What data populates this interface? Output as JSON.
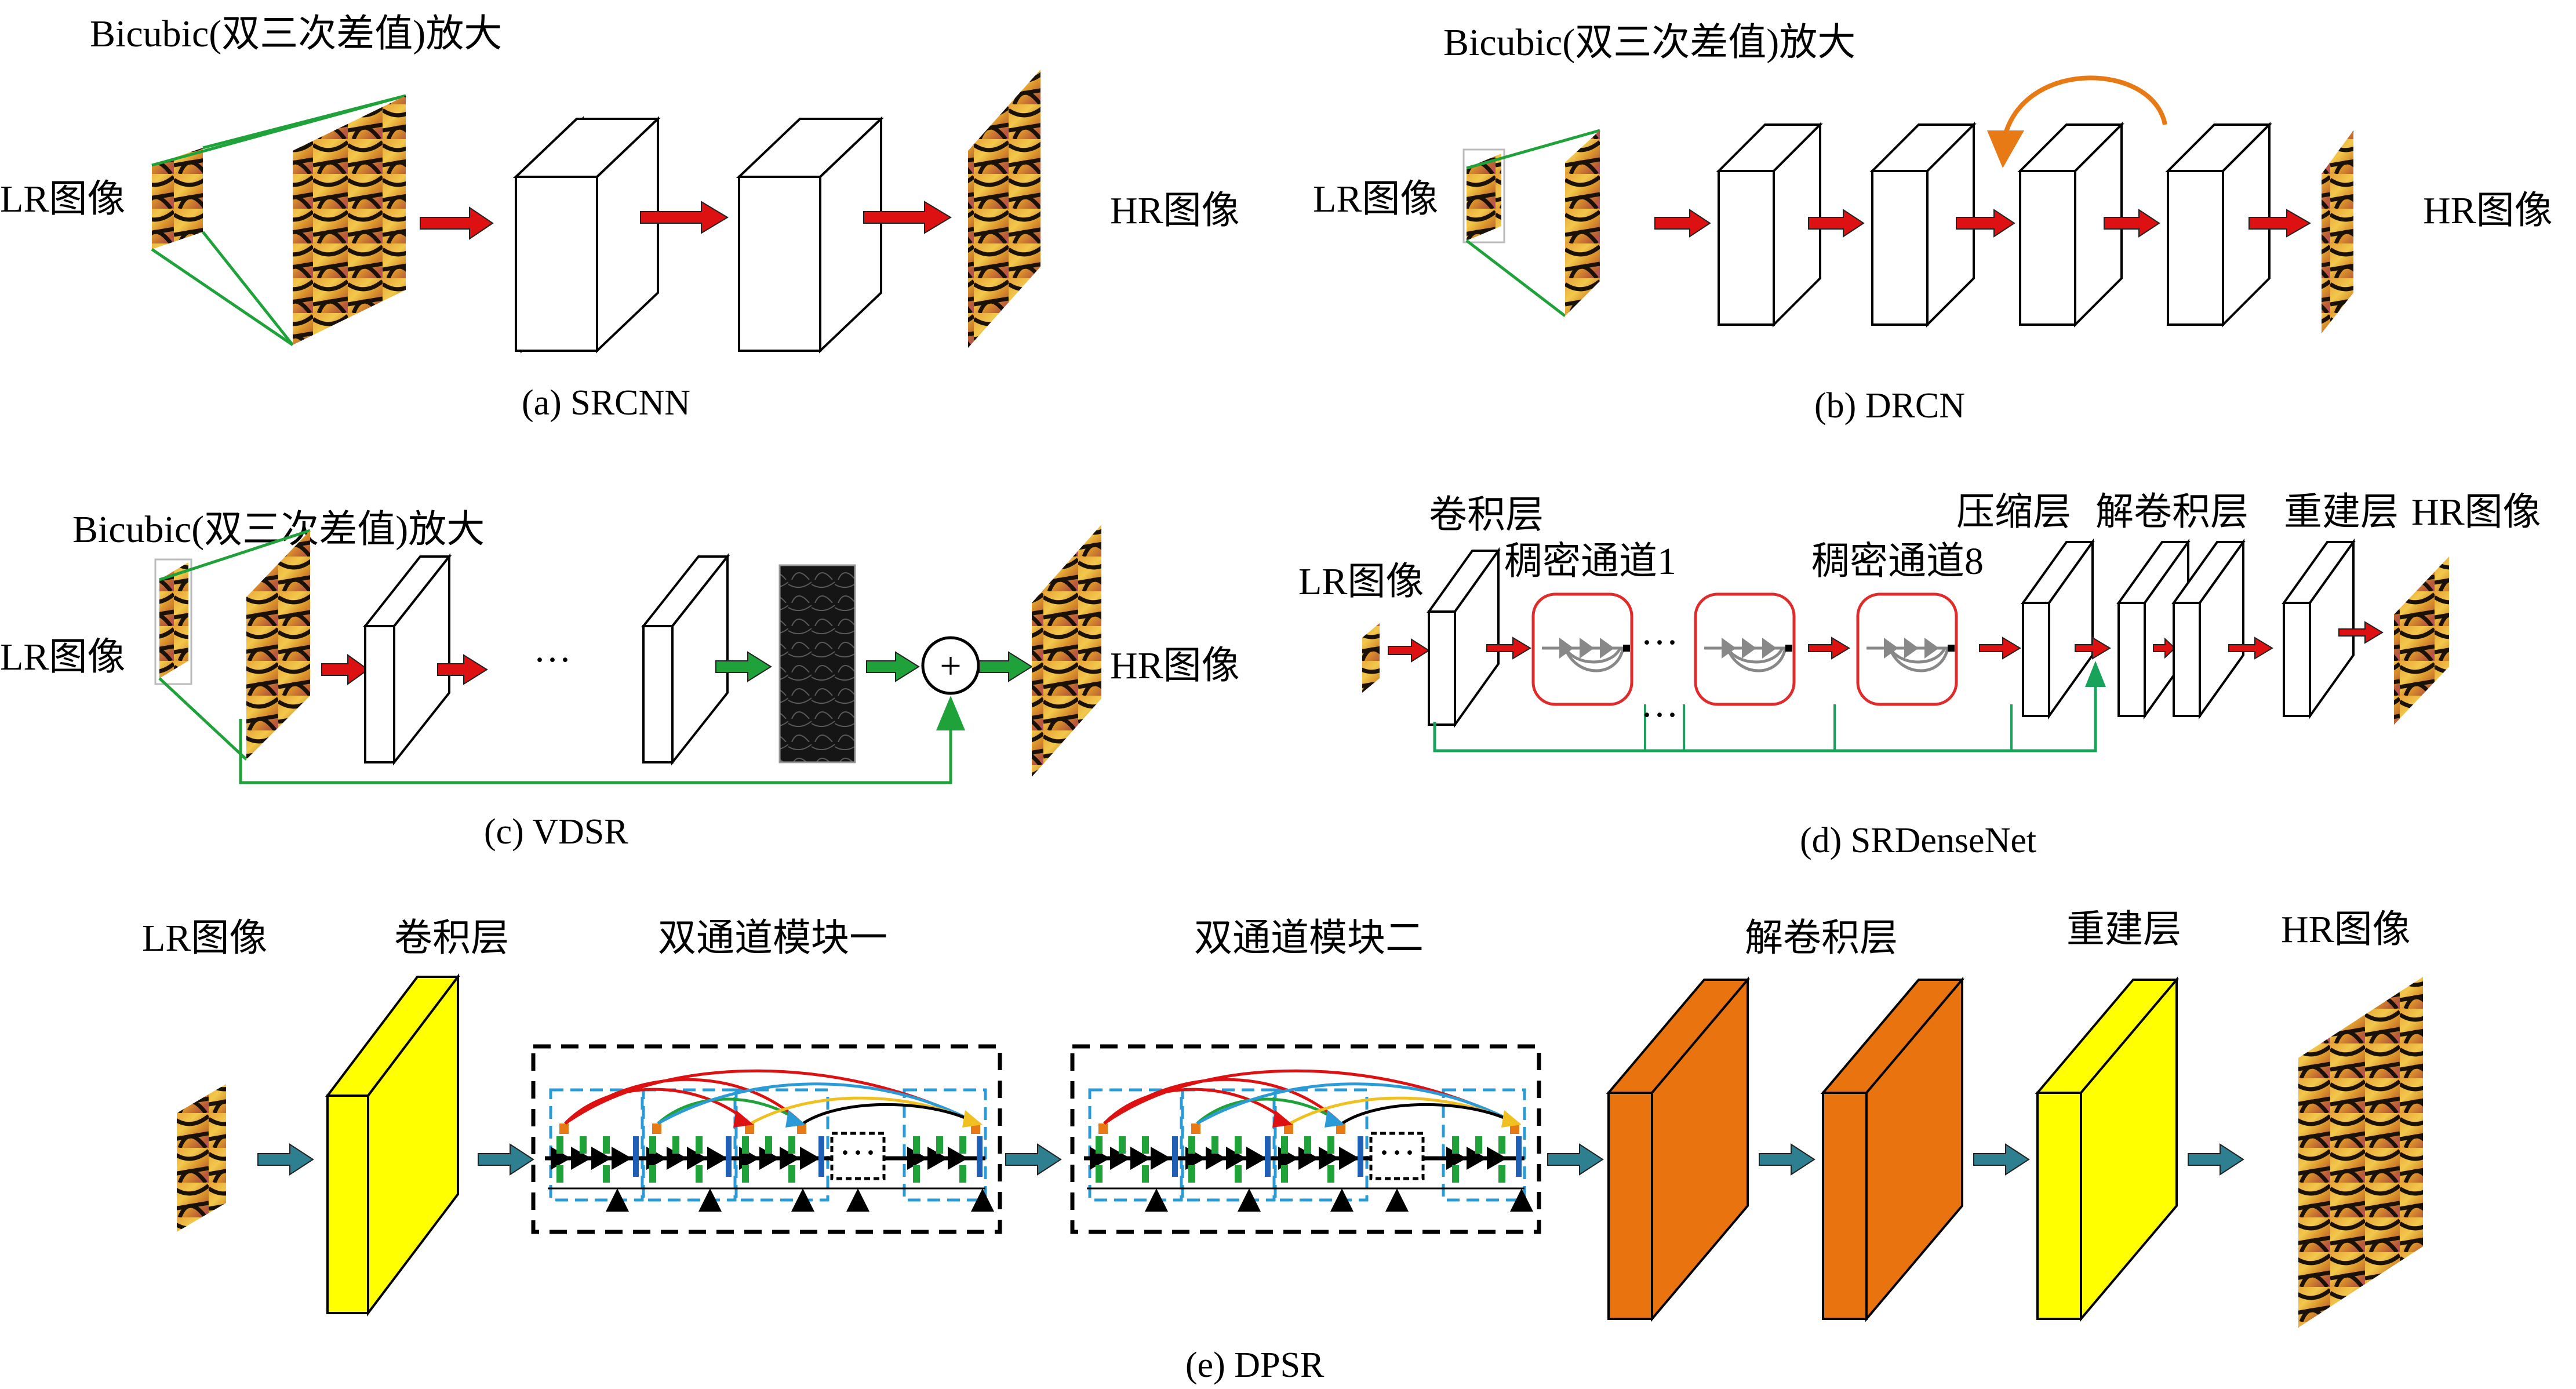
{
  "colors": {
    "red_arrow": "#dd1111",
    "green_arrow": "#1fa23a",
    "green_line": "#17a35a",
    "teal_arrow": "#2e7f8f",
    "orange_arrow": "#e87a16",
    "yellow_block": "#ffff00",
    "orange_block": "#e8730f",
    "dense_box": "#e02b2b",
    "dashed_blue": "#2a9bd6"
  },
  "panels": {
    "srcnn": {
      "upscale": "Bicubic(双三次差值)放大",
      "input": "LR图像",
      "output": "HR图像",
      "caption": "(a)  SRCNN"
    },
    "drcn": {
      "upscale": "Bicubic(双三次差值)放大",
      "input": "LR图像",
      "output": "HR图像",
      "caption": "(b)  DRCN"
    },
    "vdsr": {
      "upscale": "Bicubic(双三次差值)放大",
      "input": "LR图像",
      "output": "HR图像",
      "ellipsis": "···",
      "plus": "+",
      "caption": "(c)  VDSR"
    },
    "srdensenet": {
      "input": "LR图像",
      "conv": "卷积层",
      "dense1": "稠密通道1",
      "dense8": "稠密通道8",
      "bottleneck": "压缩层",
      "deconv": "解卷积层",
      "recon": "重建层",
      "output": "HR图像",
      "ellipsis": "···",
      "caption": "(d)  SRDenseNet"
    },
    "dpsr": {
      "input": "LR图像",
      "conv": "卷积层",
      "module1": "双通道模块一",
      "module2": "双通道模块二",
      "deconv": "解卷积层",
      "recon": "重建层",
      "output": "HR图像",
      "ellipsis": "···",
      "caption": "(e)  DPSR"
    }
  }
}
